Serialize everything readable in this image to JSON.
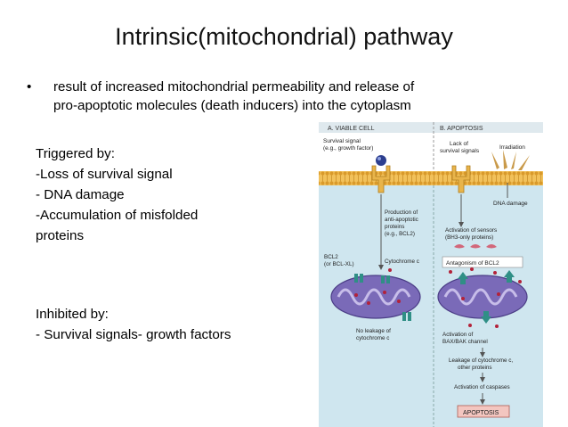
{
  "slide": {
    "title": "Intrinsic(mitochondrial) pathway",
    "bullet_marker": "•",
    "bullet_lines": [
      "result of increased mitochondrial permeability and release of",
      "pro-apoptotic molecules (death inducers) into the cytoplasm"
    ],
    "triggered": [
      "Triggered by:",
      "-Loss of survival signal",
      "- DNA damage",
      "-Accumulation of misfolded",
      "proteins"
    ],
    "inhibited": [
      "Inhibited by:",
      "- Survival signals- growth factors"
    ]
  },
  "figure": {
    "panel_a": "A. VIABLE CELL",
    "panel_b": "B. APOPTOSIS",
    "survival_signal": [
      "Survival signal",
      "(e.g., growth factor)"
    ],
    "lack_survival": [
      "Lack of",
      "survival signals"
    ],
    "irradiation": "Irradiation",
    "dna_damage": "DNA damage",
    "production": [
      "Production of",
      "anti-apoptotic",
      "proteins",
      "(e.g., BCL2)"
    ],
    "activation_sensors": [
      "Activation of sensors",
      "(BH3-only proteins)"
    ],
    "bcl2": [
      "BCL2",
      "(or BCL-XL)"
    ],
    "cytochrome": "Cytochrome c",
    "antagonism": "Antagonism of BCL2",
    "no_leakage": [
      "No leakage of",
      "cytochrome c"
    ],
    "activation_bax": [
      "Activation of",
      "BAX/BAK channel"
    ],
    "leakage": [
      "Leakage of cytochrome c,",
      "other proteins"
    ],
    "caspases": "Activation of caspases",
    "apoptosis": "APOPTOSIS"
  },
  "colors": {
    "membrane": "#f2c15a",
    "cytoplasm": "#cfe6ef",
    "mitochondria": "#7a6ab8",
    "channel": "#2f8f86",
    "receptor": "#e8b44a",
    "apoptosis_box": "#f3c6c0"
  }
}
